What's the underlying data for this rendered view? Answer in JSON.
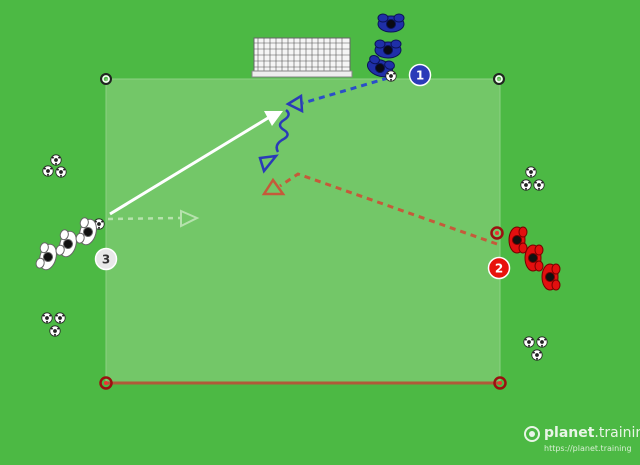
{
  "diagram": {
    "markers": [
      {
        "id": "marker-1",
        "label": "1",
        "color": "#2b3bb8"
      },
      {
        "id": "marker-2",
        "label": "2",
        "color": "#e8120c"
      },
      {
        "id": "marker-3",
        "label": "3",
        "color": "#e8e8e8"
      }
    ],
    "colors": {
      "grass": "#4cb944",
      "area": "#7fcc72",
      "team_blue": "#1f2fa8",
      "team_red": "#e20f0f",
      "team_white": "#ffffff",
      "line_red": "#b05a38"
    }
  },
  "brand": {
    "name": "planet",
    "name_suffix": ".training",
    "url": "https://planet.training"
  }
}
